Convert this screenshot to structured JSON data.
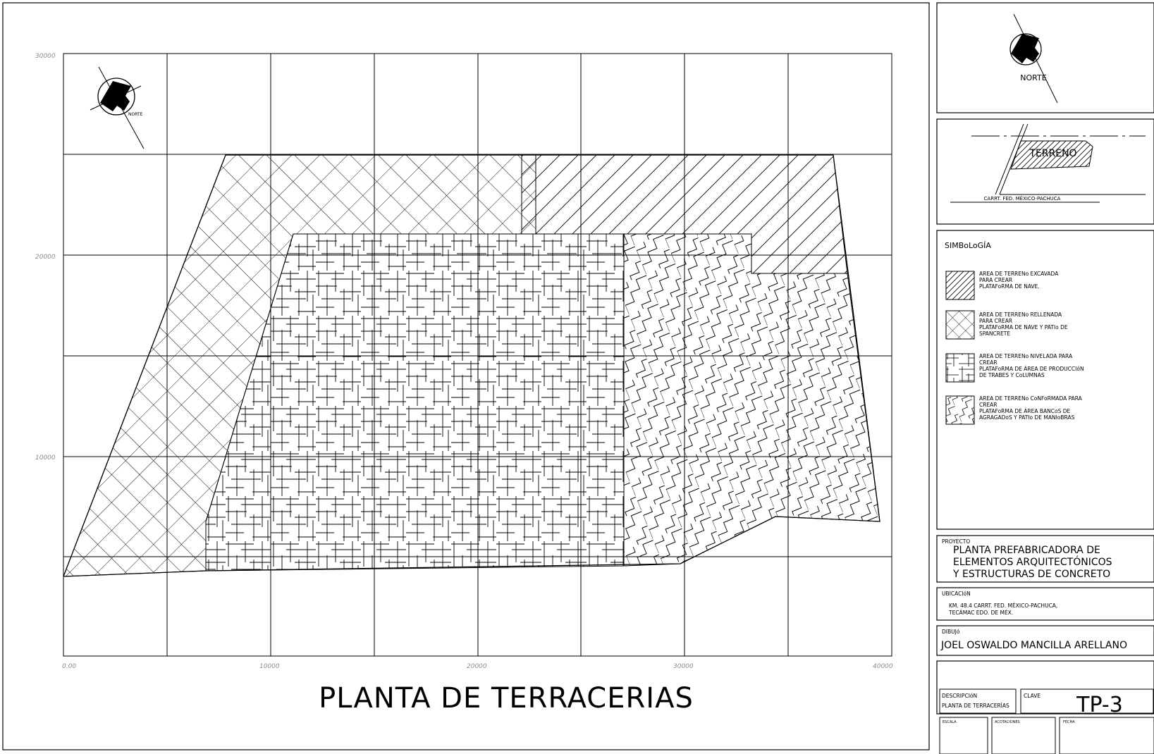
{
  "plan": {
    "title": "PLANTA DE TERRACERIAS",
    "axis": {
      "x_ticks": [
        "0.00",
        "10000",
        "20000",
        "30000",
        "40000"
      ],
      "y_ticks": [
        "30000",
        "20000",
        "10000"
      ]
    },
    "north_label": "NORTE"
  },
  "title_block": {
    "north_label": "NORTE",
    "location_map": {
      "terrain_label": "TERRENO",
      "road_label": "CARRT. FED. MÉXICO-PACHUCA"
    },
    "legend": {
      "heading": "SIMBoLoGÍA",
      "items": [
        {
          "pattern": "diagonal-hatch",
          "lines": [
            "AREA DE TERRENo EXCAVADA",
            "PARA CREAR",
            "PLATAFoRMA DE NAVE."
          ]
        },
        {
          "pattern": "crosshatch",
          "lines": [
            "AREA DE TERRENo RELLENADA",
            "PARA CREAR",
            "PLATAFoRMA DE NAVE Y PATIo DE",
            "SPANCRETE"
          ]
        },
        {
          "pattern": "grid-hatch",
          "lines": [
            "AREA DE TERRENo NIVELADA PARA",
            "CREAR",
            "PLATAFoRMA DE ÁREA DE PRODUCCIóN",
            "DE TRABES Y CoLUMNAS"
          ]
        },
        {
          "pattern": "step-hatch",
          "lines": [
            "AREA DE TERRENo CoNFoRMADA PARA",
            "CREAR",
            "PLATAFoRMA DE ÁREA BANCoS DE",
            "AGRAGADoS Y PATIo DE MANIoBRAS"
          ]
        }
      ]
    },
    "project": {
      "label": "PROYECTO",
      "lines": [
        "PLANTA PREFABRICADORA DE",
        "ELEMENTOS ARQUITECTÓNICOS",
        "Y ESTRUCTURAS DE CONCRETO"
      ]
    },
    "location": {
      "label": "UBICACIóN",
      "lines": [
        "KM. 48.4 CARRT. FED. MÉXICO-PACHUCA,",
        "TECÁMAC EDO. DE MÉX."
      ]
    },
    "drawn_by": {
      "label": "DIBUJó",
      "value": "JOEL OSWALDO MANCILLA ARELLANO"
    },
    "description": {
      "label": "DESCRIPCIóN",
      "value": "PLANTA DE TERRACERÍAS"
    },
    "key": {
      "label": "CLAVE",
      "value": "TP-3"
    },
    "scale": {
      "label": "ESCALA"
    },
    "dimensions": {
      "label": "ACOTACIONES"
    },
    "date": {
      "label": "FECHA"
    }
  }
}
